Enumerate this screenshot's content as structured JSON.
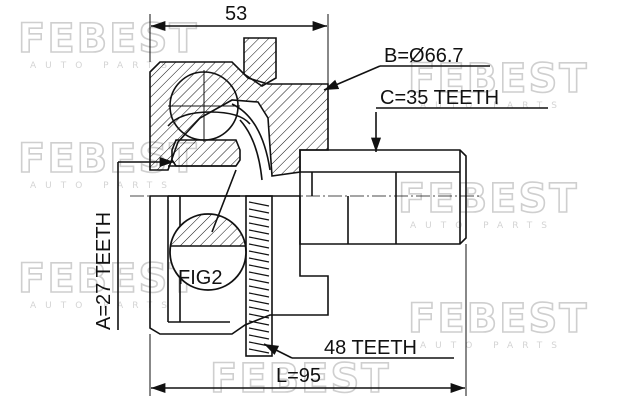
{
  "watermark": {
    "brand": "FEBEST",
    "subtitle": "AUTO PARTS"
  },
  "dimensions": {
    "width_top": "53",
    "diameter_b": "B=Ø66.7",
    "teeth_c": "C=35 TEETH",
    "teeth_a": "A=27 TEETH",
    "fig_label": "FIG2",
    "abs_teeth": "48 TEETH",
    "length_l": "L=95"
  }
}
